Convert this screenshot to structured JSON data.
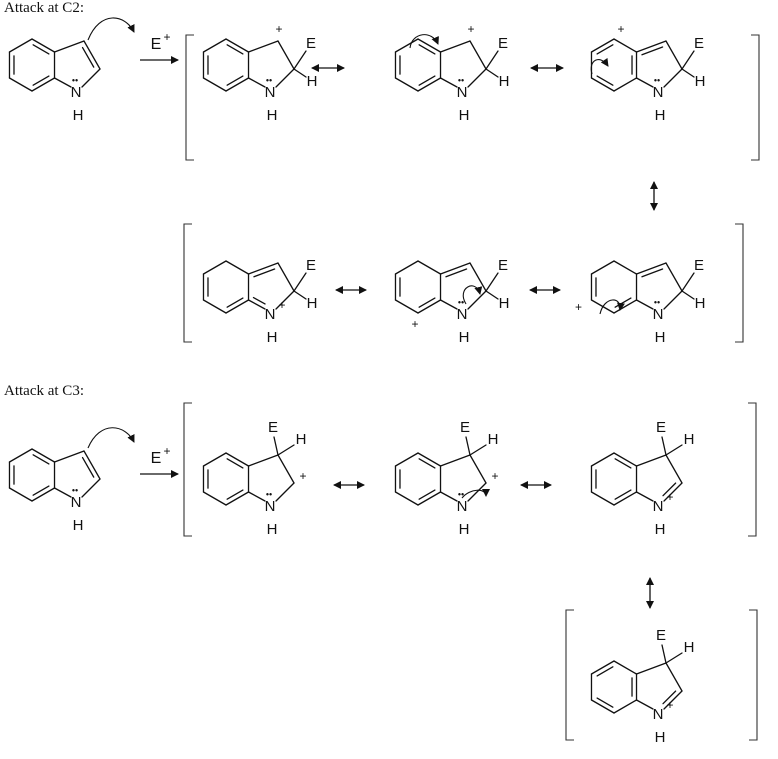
{
  "headings": {
    "c2": "Attack at C2:",
    "c3": "Attack at C3:"
  },
  "labels": {
    "electrophile": "E",
    "plus": "+",
    "nitrogen": "N",
    "hydrogen": "H",
    "lone_pair": "••"
  },
  "colors": {
    "ink": "#111111",
    "bracket": "#333333",
    "background": "#ffffff"
  }
}
